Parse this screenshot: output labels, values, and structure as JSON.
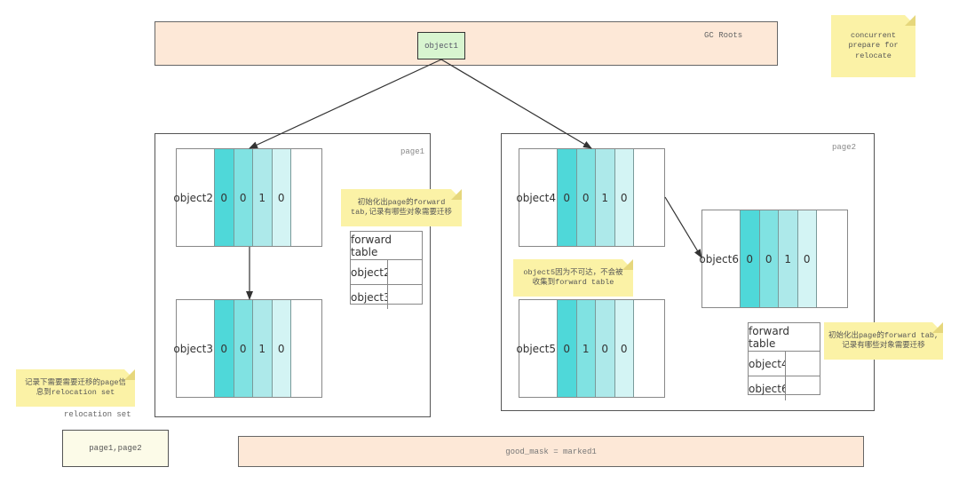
{
  "gc_roots": {
    "label": "GC Roots",
    "root_object": "object1"
  },
  "notes": {
    "top_right": "concurrent prepare for relocate",
    "page1_forward": "初始化出page的forward tab,记录有哪些对象需要迁移",
    "page2_forward": "初始化出page的forward tab,记录有哪些对象需要迁移",
    "object5_unreachable": "object5因为不可达，不会被收集到forward table",
    "relocation_info": "记录下需要需要迁移的page信息到relocation set"
  },
  "pages": [
    {
      "label": "page1",
      "objects": [
        {
          "name": "object2",
          "bits": [
            "0",
            "0",
            "1",
            "0"
          ]
        },
        {
          "name": "object3",
          "bits": [
            "0",
            "0",
            "1",
            "0"
          ]
        }
      ],
      "forward_table": {
        "header": "forward table",
        "rows": [
          "object2",
          "object3"
        ]
      }
    },
    {
      "label": "page2",
      "objects": [
        {
          "name": "object4",
          "bits": [
            "0",
            "0",
            "1",
            "0"
          ]
        },
        {
          "name": "object5",
          "bits": [
            "0",
            "1",
            "0",
            "0"
          ]
        },
        {
          "name": "object6",
          "bits": [
            "0",
            "0",
            "1",
            "0"
          ]
        }
      ],
      "forward_table": {
        "header": "forward table",
        "rows": [
          "object4",
          "object6"
        ]
      }
    }
  ],
  "relocation_set": {
    "label": "relocation set",
    "value": "page1,page2"
  },
  "good_mask": {
    "text": "good_mask = marked1"
  },
  "references": [
    {
      "from": "object1",
      "to": "object2"
    },
    {
      "from": "object1",
      "to": "object4"
    },
    {
      "from": "object2",
      "to": "object3"
    },
    {
      "from": "object4",
      "to": "object6"
    }
  ],
  "colors": {
    "band_bg": "#fde8d7",
    "root_bg": "#d8f5d0",
    "note_bg": "#fbf2a6",
    "bit_colors": [
      "#4fd8d9",
      "#80e2e2",
      "#ade9ea",
      "#d3f4f4"
    ],
    "relocation_bg": "#fcfbe8"
  }
}
